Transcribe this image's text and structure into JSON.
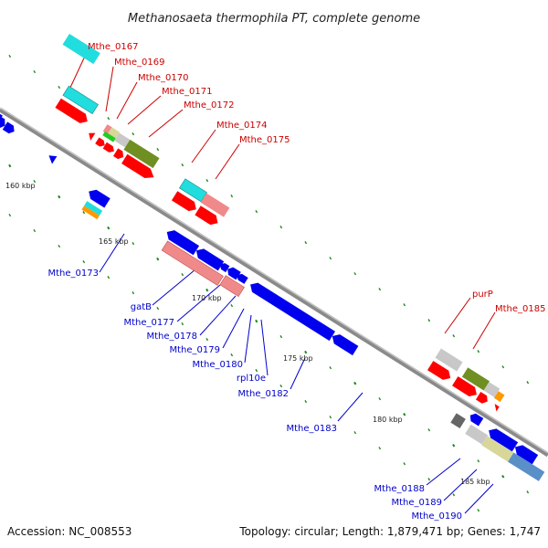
{
  "title": "Methanosaeta thermophila PT, complete genome",
  "footer": {
    "accession": "Accession: NC_008553",
    "topology": "Topology: circular; Length: 1,879,471 bp; Genes: 1,747"
  },
  "ticks": [
    "160 kbp",
    "165 kbp",
    "170 kbp",
    "175 kbp",
    "180 kbp",
    "185 kbp"
  ],
  "forward_genes": [
    "Mthe_0167",
    "Mthe_0169",
    "Mthe_0170",
    "Mthe_0171",
    "Mthe_0172",
    "Mthe_0174",
    "Mthe_0175",
    "purP",
    "Mthe_0185"
  ],
  "reverse_genes": [
    "Mthe_0173",
    "gatB",
    "Mthe_0177",
    "Mthe_0178",
    "Mthe_0179",
    "Mthe_0180",
    "rpl10e",
    "Mthe_0182",
    "Mthe_0183",
    "Mthe_0188",
    "Mthe_0189",
    "Mthe_0190"
  ],
  "colors": {
    "forward_label": "#cc0000",
    "reverse_label": "#0000cc",
    "backbone": "#8a8a8a",
    "red": "#ff0000",
    "blue": "#0000ee",
    "cyan": "#22dddd",
    "pink": "#f08a8a",
    "olive": "#6f8f22",
    "light_gray": "#c8c8c8",
    "khaki": "#d8d79a",
    "orange": "#ff9900",
    "dark_gray": "#666666",
    "steel_blue": "#5a8fc8",
    "green": "#22cc22",
    "tick_green": "#1a8a1a"
  }
}
